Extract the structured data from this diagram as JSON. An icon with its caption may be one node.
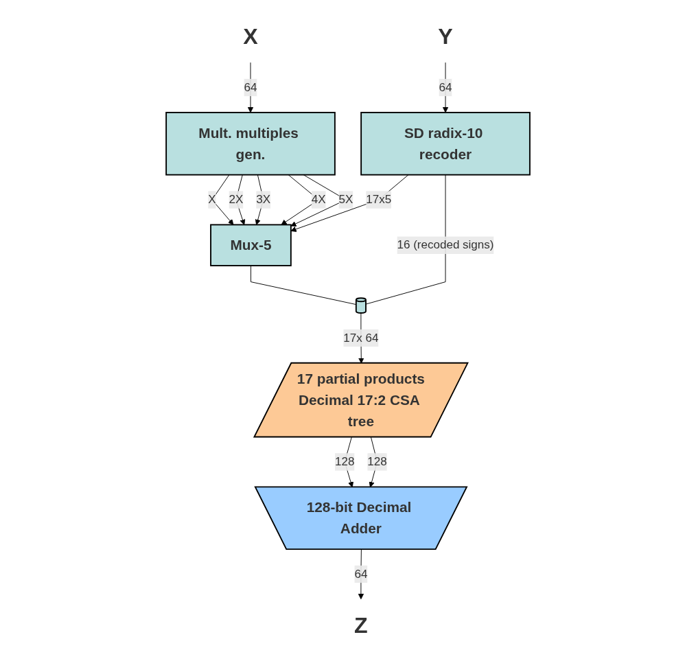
{
  "diagram": {
    "nodes": [
      {
        "text": [
          "X"
        ]
      },
      {
        "text": [
          "Y"
        ]
      },
      {
        "text": [
          "Mult. multiples gen."
        ]
      },
      {
        "text": [
          "SD radix-10 recoder"
        ]
      },
      {
        "text": [
          "Mux-5"
        ]
      },
      {
        "text": [],
        "shape": "cylinder"
      },
      {
        "text": [
          "17 partial products",
          "Decimal 17:2 CSA tree"
        ]
      },
      {
        "text": [
          "128-bit Decimal Adder"
        ]
      },
      {
        "text": [
          "Z"
        ]
      }
    ],
    "edges": [
      {
        "from": 0,
        "to": 2,
        "arrow": "to",
        "label": "64"
      },
      {
        "from": 1,
        "to": 3,
        "arrow": "to",
        "label": "64"
      },
      {
        "from": 2,
        "to": 4,
        "arrow": "to",
        "label": "X"
      },
      {
        "from": 2,
        "to": 4,
        "arrow": "to",
        "label": "2X"
      },
      {
        "from": 2,
        "to": 4,
        "arrow": "to",
        "label": "3X"
      },
      {
        "from": 2,
        "to": 4,
        "arrow": "to",
        "label": "4X"
      },
      {
        "from": 2,
        "to": 4,
        "arrow": "to",
        "label": "5X"
      },
      {
        "from": 3,
        "to": 4,
        "arrow": "to",
        "label": "17x5"
      },
      {
        "from": 3,
        "to": 5,
        "arrow": "none",
        "label": "16 (recoded signs)"
      },
      {
        "from": 4,
        "to": 5,
        "arrow": "none"
      },
      {
        "from": 5,
        "to": 6,
        "arrow": "to",
        "label": "17x 64"
      },
      {
        "from": 6,
        "to": 7,
        "arrow": "to",
        "label": "128"
      },
      {
        "from": 6,
        "to": 7,
        "arrow": "to",
        "label": "128"
      },
      {
        "from": 7,
        "to": 8,
        "arrow": "to",
        "label": "64"
      }
    ]
  }
}
